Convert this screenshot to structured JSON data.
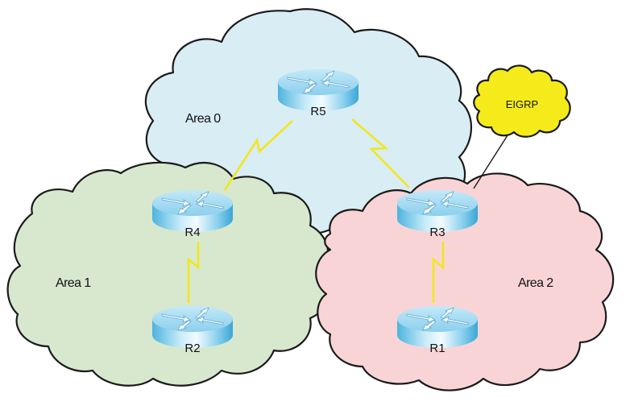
{
  "diagram": {
    "areas": [
      {
        "id": "area0",
        "label": "Area 0",
        "fill": "#d9edf4"
      },
      {
        "id": "area1",
        "label": "Area 1",
        "fill": "#d7e8cf"
      },
      {
        "id": "area2",
        "label": "Area 2",
        "fill": "#f9d4d6"
      }
    ],
    "external": {
      "id": "eigrp",
      "label": "EIGRP",
      "fill": "#f5eb1a"
    },
    "routers": [
      {
        "id": "R5",
        "label": "R5",
        "area": "Area 0"
      },
      {
        "id": "R4",
        "label": "R4",
        "area": "Area 0 / Area 1"
      },
      {
        "id": "R3",
        "label": "R3",
        "area": "Area 0 / Area 2"
      },
      {
        "id": "R2",
        "label": "R2",
        "area": "Area 1"
      },
      {
        "id": "R1",
        "label": "R1",
        "area": "Area 2"
      }
    ],
    "links": [
      {
        "from": "R5",
        "to": "R4",
        "type": "serial"
      },
      {
        "from": "R5",
        "to": "R3",
        "type": "serial"
      },
      {
        "from": "R4",
        "to": "R2",
        "type": "serial"
      },
      {
        "from": "R3",
        "to": "R1",
        "type": "serial"
      },
      {
        "from": "R3",
        "to": "EIGRP",
        "type": "ethernet"
      }
    ],
    "colors": {
      "serial_link": "#f2e620",
      "router_body": "#6fc3e6",
      "router_top": "#a9def2"
    }
  }
}
